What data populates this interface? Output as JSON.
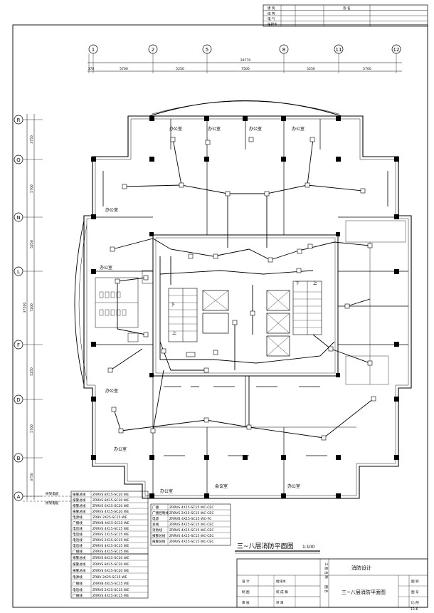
{
  "title_block_top": {
    "rows": [
      "建 筑",
      "结 构",
      "电 气",
      "给排水"
    ],
    "sign_label": "签 名"
  },
  "axes": {
    "columns": [
      "1",
      "2",
      "5",
      "8",
      "11",
      "12"
    ],
    "total_width": "29770",
    "col_dims": [
      "370",
      "5700",
      "5250",
      "7500",
      "5250",
      "5700"
    ],
    "rows": [
      "R",
      "Q",
      "N",
      "L",
      "F",
      "D",
      "B",
      "A"
    ],
    "total_height": "37500",
    "row_dims": [
      "3750",
      "5700",
      "5250",
      "7200",
      "5250",
      "5700",
      "3750"
    ]
  },
  "rooms": [
    {
      "label": "办公室"
    },
    {
      "label": "办公室"
    },
    {
      "label": "办公室"
    },
    {
      "label": "办公室"
    },
    {
      "label": "办公室"
    },
    {
      "label": "办公室"
    },
    {
      "label": "办公室"
    },
    {
      "label": "办公室"
    },
    {
      "label": "办公室"
    },
    {
      "label": "会议室"
    },
    {
      "label": "办公室"
    }
  ],
  "stairs": [
    {
      "label": "下"
    },
    {
      "label": "上"
    },
    {
      "label": "下"
    },
    {
      "label": "上"
    }
  ],
  "legend_left_top": [
    {
      "name": "报警总线",
      "spec": "ZRRVS 8X15-SC20 WE"
    },
    {
      "name": "报警总线",
      "spec": "ZRRVS 8X15-SC20 WE"
    },
    {
      "name": "报警总线",
      "spec": "ZRRVS 6X15-SC20 WE"
    },
    {
      "name": "报警总线",
      "spec": "ZRRVS 4X15-SC20 WE"
    },
    {
      "name": "电源线",
      "spec": "ZRBV 2X25-SC15 WE"
    },
    {
      "name": "广播线",
      "spec": "ZRRVB 4X15-SC15 WE"
    },
    {
      "name": "电话线",
      "spec": "ZRRVS 4X15-SC15 WE"
    },
    {
      "name": "电话线",
      "spec": "ZRRVS 1X15-SC15 WE"
    },
    {
      "name": "电话线",
      "spec": "ZRRVS 2X15-SC15 WE"
    },
    {
      "name": "电话线",
      "spec": "ZRRVS 4X15-SC15 WE"
    },
    {
      "name": "广播线",
      "spec": "ZRRVS 4X15-SC15 WE"
    }
  ],
  "legend_right": [
    {
      "name": "广播",
      "spec": "ZRRVS 4X15-SC15 WC-CEC"
    },
    {
      "name": "广播控制线",
      "spec": "ZRRVS 2X15-SC15 WC-CEC"
    },
    {
      "name": "电源",
      "spec": "ZRRVB 4X15-SC15 WC-FC"
    },
    {
      "name": "总线",
      "spec": "ZRRVS 4X15-SC15 WC-CEC"
    },
    {
      "name": "消防线",
      "spec": "ZRRVS 4X15-SC15 WC-CEC"
    },
    {
      "name": "报警总线",
      "spec": "ZRRVS 4X15-SC15 WC-CEC"
    },
    {
      "name": "报警总线",
      "spec": "ZRRVS 4X15-SC15 WC-CEC"
    }
  ],
  "legend_left_bottom": [
    {
      "name": "报警总线",
      "spec": "ZRRVS 8X15-SC20 WE"
    },
    {
      "name": "报警总线",
      "spec": "ZRRVS 8X15-SC20 WE"
    },
    {
      "name": "报警总线",
      "spec": "ZRRVS 6X15-SC20 WE"
    },
    {
      "name": "电源线",
      "spec": "ZRBV 2X25-SC15 WE"
    },
    {
      "name": "广播线",
      "spec": "ZRRVB 4X15-SC15 WE"
    },
    {
      "name": "电话线",
      "spec": "ZRRVS 2X15-SC15 WE"
    },
    {
      "name": "广播线",
      "spec": "ZRRVS 4X15-SC15 WE"
    }
  ],
  "plan_title": "三~八层消防平面图",
  "plan_scale": "1:100",
  "bottom_title_block": {
    "project": "消防设计",
    "drawing_name": "三~八层消防平面图",
    "left_rows": [
      {
        "a": "设 计",
        "b": "",
        "c": "给排水"
      },
      {
        "a": "制 图",
        "b": "",
        "c": "校 成 稿"
      },
      {
        "a": "审 核",
        "b": "",
        "c": "项 目"
      }
    ],
    "side_labels": [
      "工 程 名 称",
      "图 名"
    ],
    "right_labels": [
      "图 别",
      "图 号",
      "比 例"
    ],
    "sheet_no": "13-6"
  },
  "axis_notes": [
    "桥架电缆",
    "桥架电缆"
  ]
}
